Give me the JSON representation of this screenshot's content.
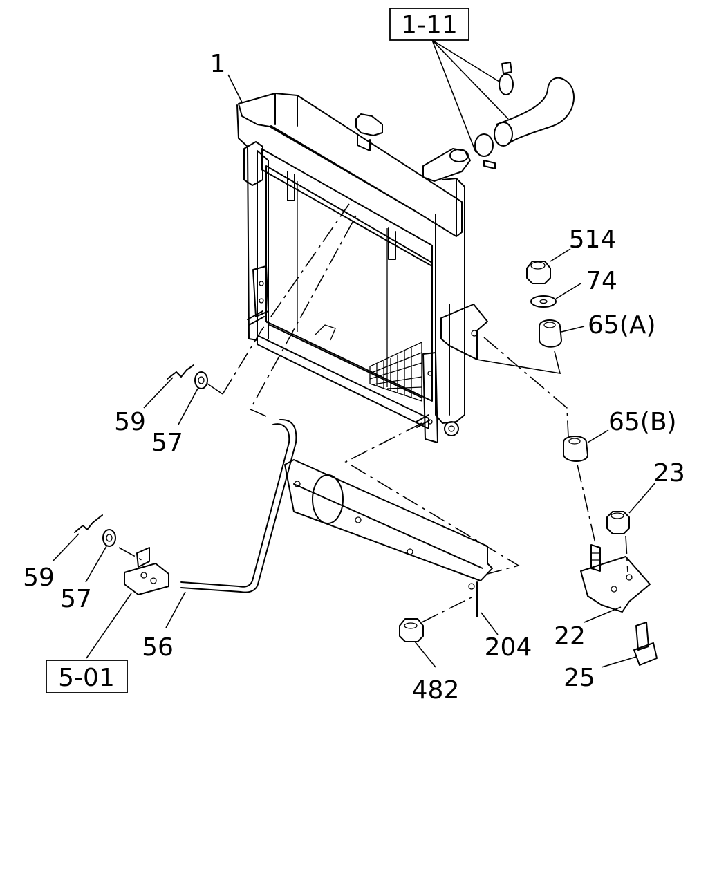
{
  "refs": {
    "r1_11": "1-11",
    "r5_01": "5-01"
  },
  "callouts": {
    "c1": "1",
    "c514": "514",
    "c74": "74",
    "c65a": "65(A)",
    "c65b": "65(B)",
    "c59a": "59",
    "c57a": "57",
    "c59b": "59",
    "c57b": "57",
    "c56": "56",
    "c23": "23",
    "c22": "22",
    "c25": "25",
    "c204": "204",
    "c482": "482"
  }
}
